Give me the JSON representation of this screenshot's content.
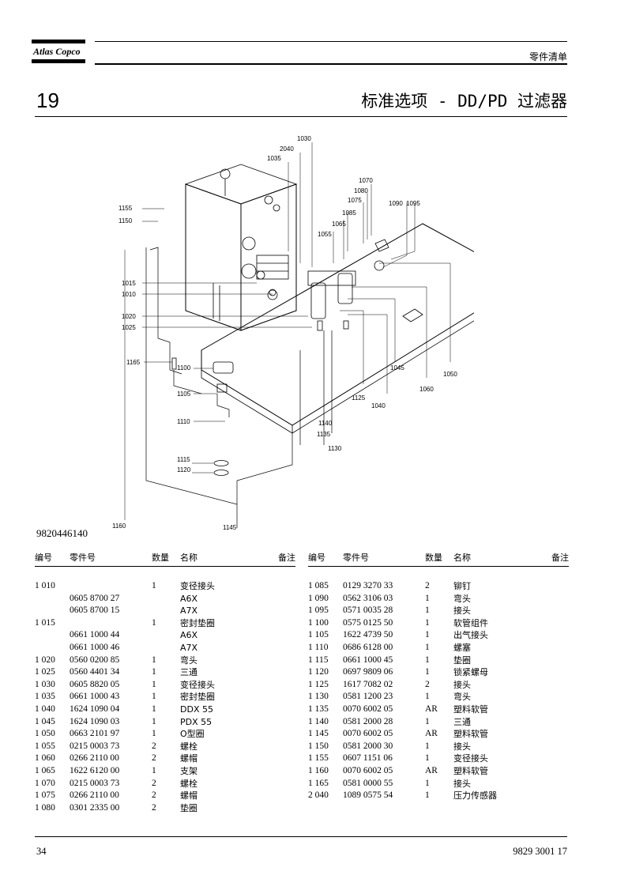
{
  "header": {
    "brand": "Atlas Copco",
    "doc_type": "零件清单",
    "section_number": "19",
    "section_title": "标准选项 - DD/PD 过滤器"
  },
  "diagram": {
    "drawing_number": "9820446140",
    "callouts": [
      "1030",
      "2040",
      "1035",
      "1070",
      "1080",
      "1075",
      "1090",
      "1095",
      "1085",
      "1065",
      "1055",
      "1155",
      "1150",
      "1015",
      "1010",
      "1020",
      "1025",
      "1165",
      "1100",
      "1105",
      "1110",
      "1045",
      "1060",
      "1050",
      "1125",
      "1040",
      "1140",
      "1135",
      "1130",
      "1115",
      "1120",
      "1160",
      "1145"
    ]
  },
  "table": {
    "headers": {
      "item": "编号",
      "part_no": "零件号",
      "qty": "数量",
      "name": "名称",
      "note": "备注"
    },
    "left": [
      {
        "item": "1 010",
        "part": "",
        "qty": "1",
        "name": "变径接头"
      },
      {
        "item": "",
        "part": "0605 8700 27",
        "qty": "",
        "name": "A6X"
      },
      {
        "item": "",
        "part": "0605 8700 15",
        "qty": "",
        "name": "A7X"
      },
      {
        "item": "1 015",
        "part": "",
        "qty": "1",
        "name": "密封垫圈"
      },
      {
        "item": "",
        "part": "0661 1000 44",
        "qty": "",
        "name": "A6X"
      },
      {
        "item": "",
        "part": "0661 1000 46",
        "qty": "",
        "name": "A7X"
      },
      {
        "item": "1 020",
        "part": "0560 0200 85",
        "qty": "1",
        "name": "弯头"
      },
      {
        "item": "1 025",
        "part": "0560 4401 34",
        "qty": "1",
        "name": "三通"
      },
      {
        "item": "1 030",
        "part": "0605 8820 05",
        "qty": "1",
        "name": "变径接头"
      },
      {
        "item": "1 035",
        "part": "0661 1000 43",
        "qty": "1",
        "name": "密封垫圈"
      },
      {
        "item": "1 040",
        "part": "1624 1090 04",
        "qty": "1",
        "name": "DDX 55"
      },
      {
        "item": "1 045",
        "part": "1624 1090 03",
        "qty": "1",
        "name": "PDX 55"
      },
      {
        "item": "1 050",
        "part": "0663 2101 97",
        "qty": "1",
        "name": "O型圈"
      },
      {
        "item": "1 055",
        "part": "0215 0003 73",
        "qty": "2",
        "name": "螺栓"
      },
      {
        "item": "1 060",
        "part": "0266 2110 00",
        "qty": "2",
        "name": "螺帽"
      },
      {
        "item": "1 065",
        "part": "1622 6120 00",
        "qty": "1",
        "name": "支架"
      },
      {
        "item": "1 070",
        "part": "0215 0003 73",
        "qty": "2",
        "name": "螺栓"
      },
      {
        "item": "1 075",
        "part": "0266 2110 00",
        "qty": "2",
        "name": "螺帽"
      },
      {
        "item": "1 080",
        "part": "0301 2335 00",
        "qty": "2",
        "name": "垫圈"
      }
    ],
    "right": [
      {
        "item": "1 085",
        "part": "0129 3270 33",
        "qty": "2",
        "name": "铆钉"
      },
      {
        "item": "1 090",
        "part": "0562 3106 03",
        "qty": "1",
        "name": "弯头"
      },
      {
        "item": "1 095",
        "part": "0571 0035 28",
        "qty": "1",
        "name": "接头"
      },
      {
        "item": "1 100",
        "part": "0575 0125 50",
        "qty": "1",
        "name": "软管组件"
      },
      {
        "item": "1 105",
        "part": "1622 4739 50",
        "qty": "1",
        "name": "出气接头"
      },
      {
        "item": "1 110",
        "part": "0686 6128 00",
        "qty": "1",
        "name": "螺塞"
      },
      {
        "item": "1 115",
        "part": "0661 1000 45",
        "qty": "1",
        "name": "垫圈"
      },
      {
        "item": "1 120",
        "part": "0697 9809 06",
        "qty": "1",
        "name": "锁紧螺母"
      },
      {
        "item": "1 125",
        "part": "1617 7082 02",
        "qty": "2",
        "name": "接头"
      },
      {
        "item": "1 130",
        "part": "0581 1200 23",
        "qty": "1",
        "name": "弯头"
      },
      {
        "item": "1 135",
        "part": "0070 6002 05",
        "qty": "AR",
        "name": "塑料软管"
      },
      {
        "item": "1 140",
        "part": "0581 2000 28",
        "qty": "1",
        "name": "三通"
      },
      {
        "item": "1 145",
        "part": "0070 6002 05",
        "qty": "AR",
        "name": "塑料软管"
      },
      {
        "item": "1 150",
        "part": "0581 2000 30",
        "qty": "1",
        "name": "接头"
      },
      {
        "item": "1 155",
        "part": "0607 1151 06",
        "qty": "1",
        "name": "变径接头"
      },
      {
        "item": "1 160",
        "part": "0070 6002 05",
        "qty": "AR",
        "name": "塑料软管"
      },
      {
        "item": "1 165",
        "part": "0581 0000 55",
        "qty": "1",
        "name": "接头"
      },
      {
        "item": "2 040",
        "part": "1089 0575 54",
        "qty": "1",
        "name": "压力传感器"
      }
    ]
  },
  "footer": {
    "page_number": "34",
    "doc_number": "9829 3001 17"
  }
}
